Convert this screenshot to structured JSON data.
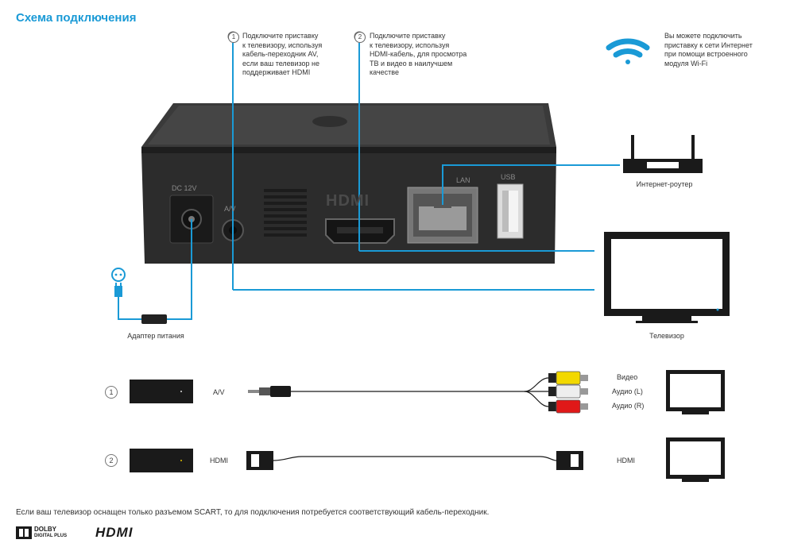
{
  "title": "Схема подключения",
  "step1": {
    "num": "1",
    "text": [
      "Подключите приставку",
      "к телевизору, используя",
      "кабель-переходник AV,",
      "если ваш телевизор не",
      "поддерживает HDMI"
    ]
  },
  "step2": {
    "num": "2",
    "text": [
      "Подключите приставку",
      "к телевизору, используя",
      "HDMI-кабель, для просмотра",
      "ТВ и видео в наилучшем",
      "качестве"
    ]
  },
  "wifi_note": [
    "Вы можете подключить",
    "приставку к сети Интернет",
    "при помощи встроенного",
    "модуля Wi-Fi"
  ],
  "device_ports": {
    "dc": "DC 12V",
    "av": "A/V",
    "hdmi": "HDMI",
    "lan": "LAN",
    "usb": "USB"
  },
  "labels": {
    "router": "Интернет-роутер",
    "tv": "Телевизор",
    "adapter": "Адаптер питания"
  },
  "row1": {
    "num": "1",
    "connector": "A/V",
    "outputs": [
      "Видео",
      "Аудио (L)",
      "Аудио (R)"
    ]
  },
  "row2": {
    "num": "2",
    "connector_left": "HDMI",
    "connector_right": "HDMI"
  },
  "footer": "Если ваш телевизор оснащен только разъемом SCART, то для подключения потребуется соответствующий кабель-переходник.",
  "logos": {
    "dolby_1": "DOLBY",
    "dolby_2": "DIGITAL PLUS",
    "hdmi": "HDMI"
  },
  "colors": {
    "accent": "#1a9ad6",
    "video": "#f2d800",
    "audio_l": "#eeeeee",
    "audio_r": "#e01818"
  }
}
